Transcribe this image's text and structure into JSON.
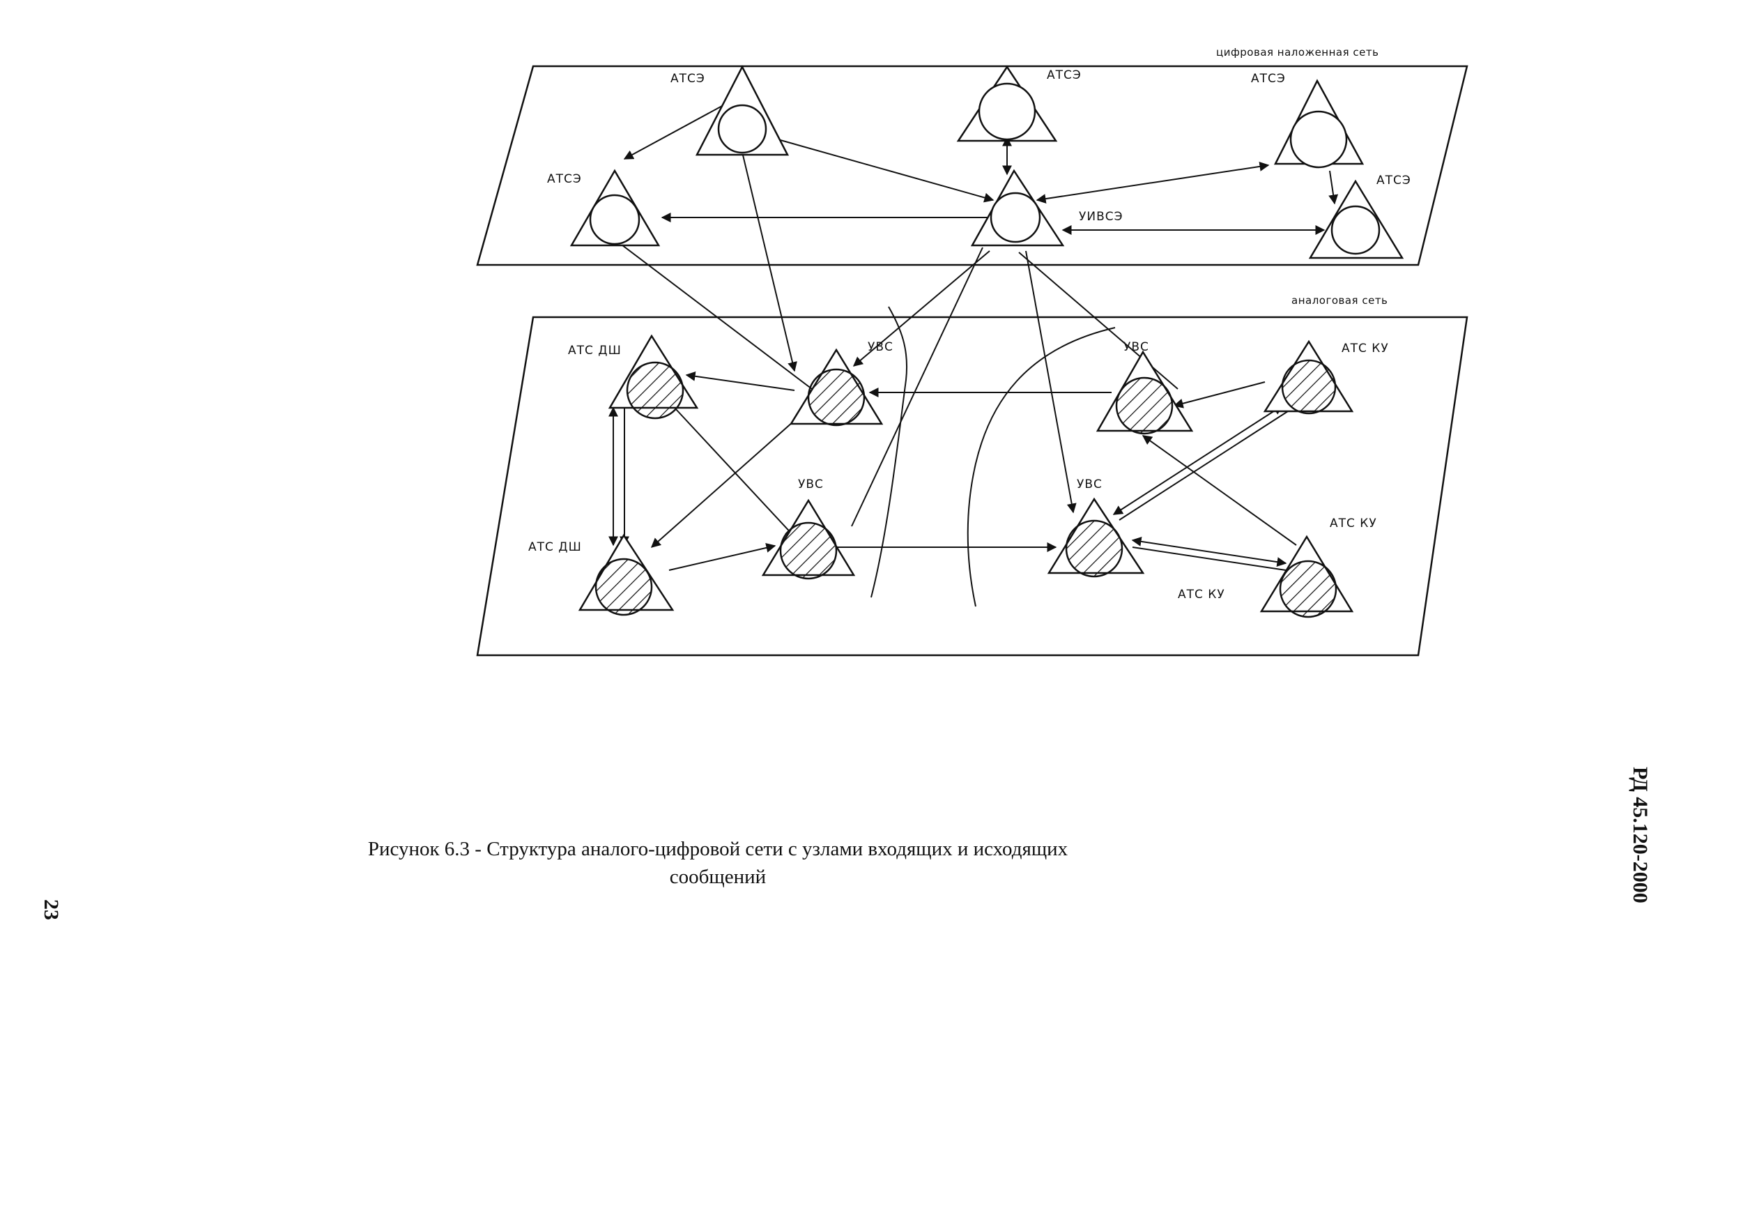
{
  "planes": {
    "digital": "цифровая наложенная сеть",
    "analog": "аналоговая сеть"
  },
  "nodes": {
    "d_atse_top_left": "АТСЭ",
    "d_atse_top_center": "АТСЭ",
    "d_atse_top_right": "АТСЭ",
    "d_atse_left": "АТСЭ",
    "d_atse_right": "АТСЭ",
    "d_uivse": "УИВСЭ",
    "a_ats_dsh_top": "АТС ДШ",
    "a_ats_dsh_bottom": "АТС ДШ",
    "a_uvs_upper_left": "УВС",
    "a_uvs_upper_right": "УВС",
    "a_uvs_lower_left": "УВС",
    "a_uvs_lower_right": "УВС",
    "a_ats_ku_top": "АТС КУ",
    "a_ats_ku_mid": "АТС КУ",
    "a_ats_ku_bottom": "АТС КУ"
  },
  "caption": {
    "line1": "Рисунок 6.3 - Структура аналого-цифровой сети с узлами входящих и исходящих",
    "line2": "сообщений"
  },
  "page_number": "23",
  "doc_code": "РД 45.120-2000"
}
